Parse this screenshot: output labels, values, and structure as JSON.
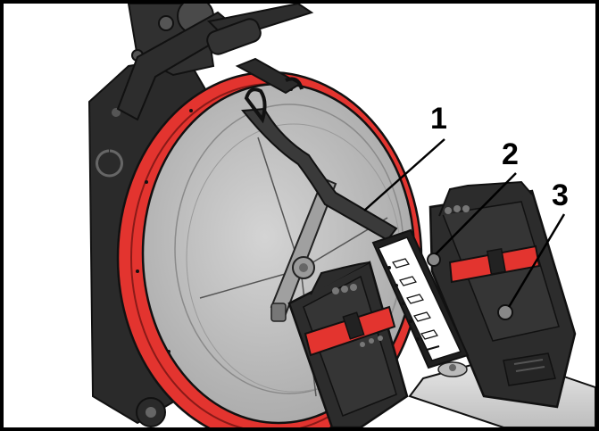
{
  "figure": {
    "callouts": [
      {
        "number": "1",
        "part": "handle-strap"
      },
      {
        "number": "2",
        "part": "footplate-adjust-knob"
      },
      {
        "number": "3",
        "part": "heel-cup-screw"
      }
    ],
    "colors": {
      "flywheel_ring": "#e3342f",
      "flywheel_cover": "#b8b8b8",
      "frame": "#2b2b2b",
      "strap": "#e3342f",
      "rail": "#d9d9d9"
    }
  }
}
